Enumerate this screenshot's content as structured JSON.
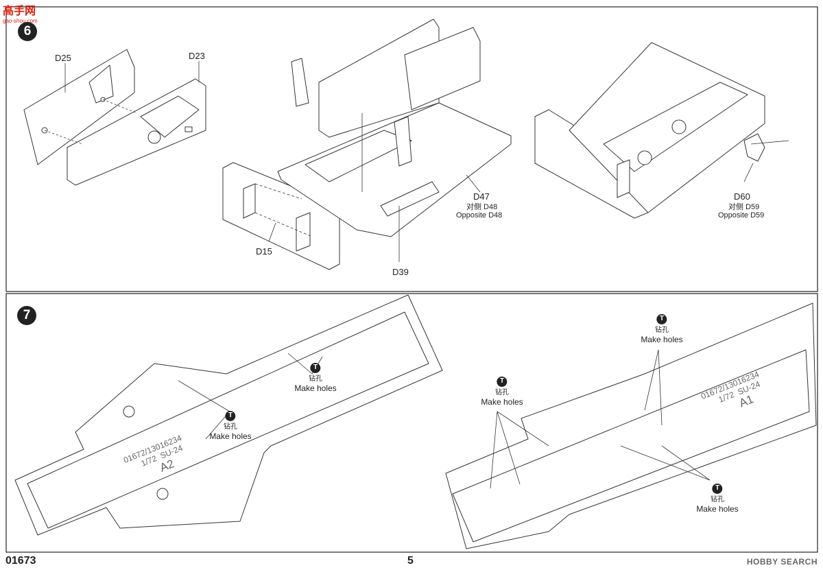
{
  "watermark_top": {
    "text": "高手网",
    "url": "gao-shou.com"
  },
  "watermark_bottom": "HOBBY SEARCH",
  "footer": {
    "product_code": "01673",
    "page_number": "5"
  },
  "step6": {
    "number": "6",
    "parts": {
      "d25": "D25",
      "d23": "D23",
      "d15": "D15",
      "d39": "D39",
      "d47": "D47",
      "d47_cn": "对侧 D48",
      "d47_en": "Opposite D48",
      "d60": "D60",
      "d60_cn": "对侧 D59",
      "d60_en": "Opposite D59"
    }
  },
  "step7": {
    "number": "7",
    "hole_icon": "T",
    "hole_cn": "钻孔",
    "hole_en": "Make holes",
    "plate_a2": {
      "code": "01672/13016234",
      "scale": "1/72",
      "model": "SU-24",
      "part": "A2"
    },
    "plate_a1": {
      "code": "01672/13016234",
      "scale": "1/72",
      "model": "SU-24",
      "part": "A1"
    }
  }
}
